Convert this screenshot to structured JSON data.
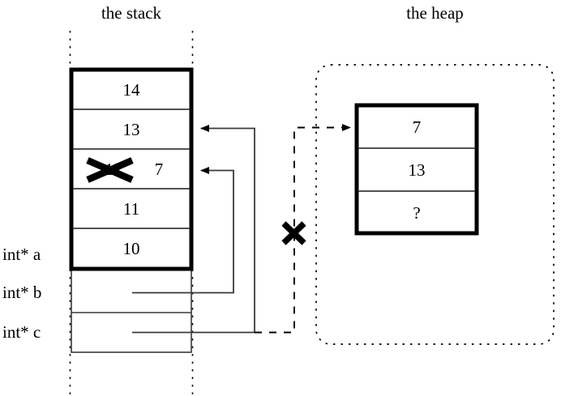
{
  "diagram": {
    "title_stack": "the stack",
    "title_heap": "the heap"
  },
  "stack": {
    "region_label": "the stack",
    "cells": [
      {
        "value": "14",
        "struck": false
      },
      {
        "value": "13",
        "struck": false
      },
      {
        "value": "12",
        "struck": true,
        "replacement": "7"
      },
      {
        "value": "11",
        "struck": false
      },
      {
        "value": "10",
        "struck": false
      }
    ],
    "variables": [
      {
        "label": "int* a",
        "points_to": ""
      },
      {
        "label": "int* b",
        "points_to": "7"
      },
      {
        "label": "int* c",
        "points_to": "13"
      }
    ]
  },
  "heap": {
    "region_label": "the heap",
    "cells": [
      {
        "value": "7"
      },
      {
        "value": "13"
      },
      {
        "value": "?"
      }
    ]
  },
  "markers": {
    "strike_stack_cell": "x-strike-icon",
    "strike_heap_pointer": "x-strike-icon"
  },
  "colors": {
    "stroke": "#000000",
    "background": "#ffffff",
    "thin_line": "#404040"
  }
}
